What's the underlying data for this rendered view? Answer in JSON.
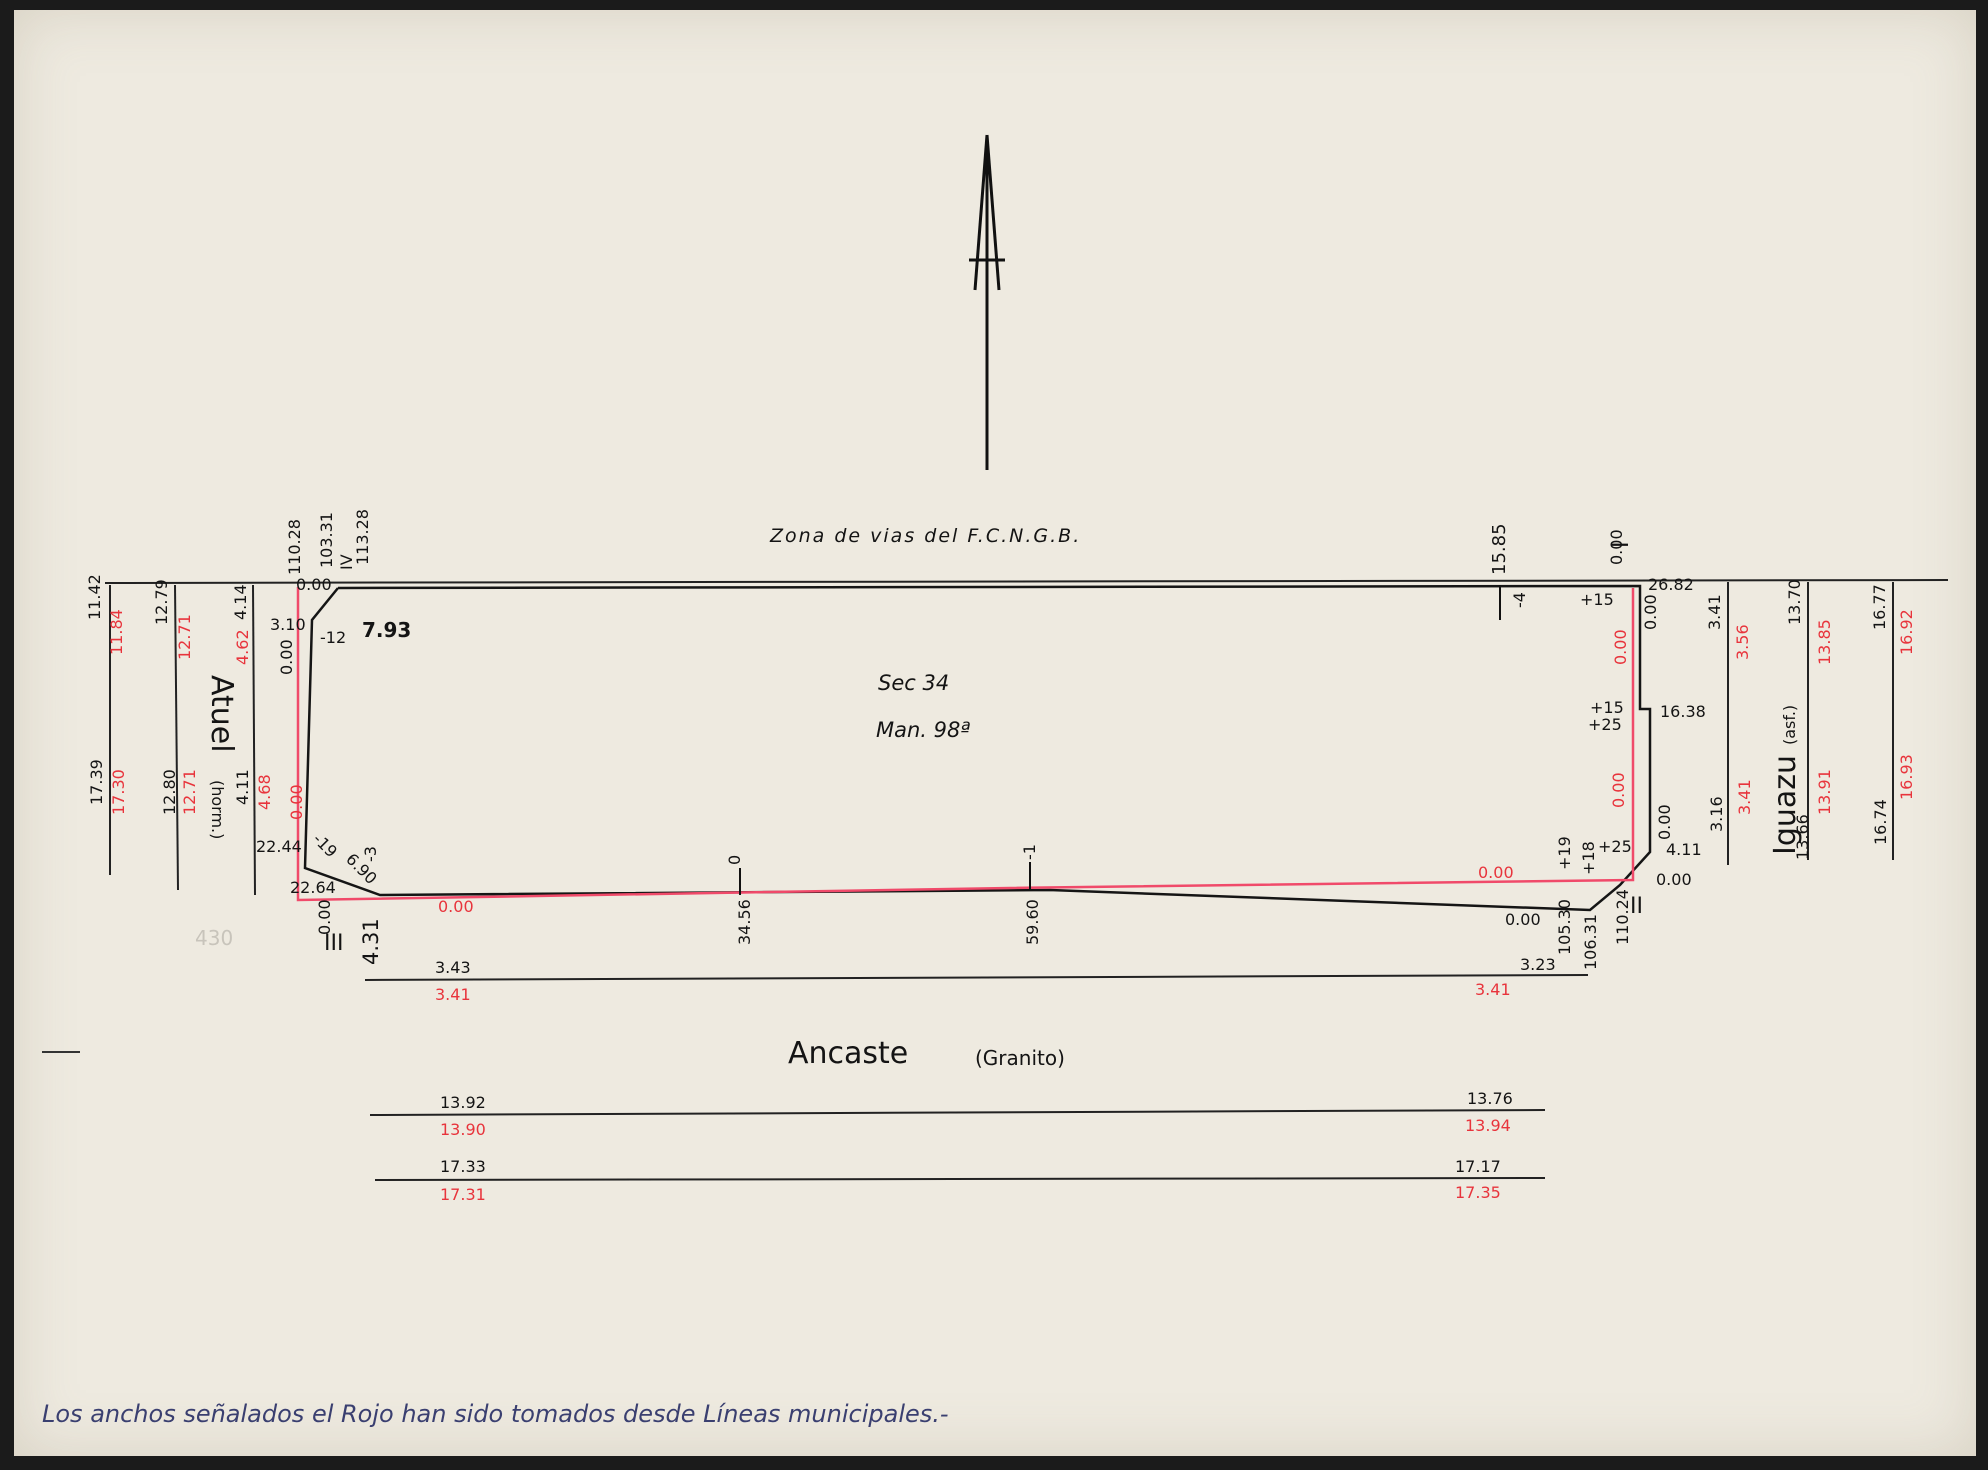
{
  "zone_label": "Zona de vias del F.C.N.G.B.",
  "section_label": "Sec 34",
  "block_label": "Man. 98ª",
  "streets": {
    "top_left": {
      "name": "Atuel",
      "paving": "(horm.)"
    },
    "right": {
      "name": "Iguazu",
      "paving": "(asf.)"
    },
    "bottom": {
      "name": "Ancaste",
      "paving": "(Granito)"
    }
  },
  "corners": {
    "II": "II",
    "III": "III",
    "IV": "IV",
    "I": "I"
  },
  "left_measures": {
    "a1": "11.42",
    "a1r": "11.84",
    "a2": "17.39",
    "a2r": "17.30",
    "b1": "12.79",
    "b1r": "12.71",
    "b2": "12.80",
    "b2r": "12.71",
    "c1": "4.14",
    "c1r": "4.62",
    "c2": "4.11",
    "c2r": "4.68"
  },
  "right_measures": {
    "a1": "3.41",
    "a1r": "3.56",
    "a2": "3.16",
    "a2r": "3.41",
    "b1": "13.70",
    "b1r": "13.85",
    "b2": "13.66",
    "b2r": "13.91",
    "c1": "16.77",
    "c1r": "16.92",
    "c2": "16.74",
    "c2r": "16.93"
  },
  "perimeter": {
    "nw_top": "110.28",
    "nw_mid": "103.31",
    "nw_right": "113.28",
    "nw_chamfer": "7.93",
    "nw_a": "3.10",
    "nw_b": "0.00",
    "nw_c": "0.00",
    "nw_d": "-12",
    "sw_a": "22.44",
    "sw_b": "22.64",
    "sw_c": "0.00",
    "sw_d": "6.90",
    "sw_e": "4.31",
    "sw_f": "-19",
    "sw_g": "-3",
    "bot_mid1": "34.56",
    "bot_mid1v": "0",
    "bot_mid2": "59.60",
    "bot_mid2v": "-1",
    "top_r1": "15.85",
    "top_r1v": "-4",
    "ne_0": "0.00",
    "ne_1": "26.82",
    "ne_2": "+15",
    "ne_3": "0.00",
    "ne_4": "+15",
    "ne_5": "+25",
    "ne_6": "16.38",
    "ne_7": "0.00",
    "ne_8": "+25",
    "ne_9": "4.11",
    "ne_10": "0.00",
    "se_1": "+19",
    "se_2": "+18",
    "se_3": "0.00",
    "se_4": "105.30",
    "se_5": "106.31",
    "se_6": "110.24",
    "se_7": "0.00",
    "red_marks": "0.00"
  },
  "bottom_measures": {
    "l1": "3.43",
    "l1r": "3.41",
    "r1": "3.23",
    "r1r": "3.41",
    "l2": "13.92",
    "l2r": "13.90",
    "r2": "13.76",
    "r2r": "13.94",
    "l3": "17.33",
    "l3r": "17.31",
    "r3": "17.17",
    "r3r": "17.35"
  },
  "faded_mark": "430",
  "footnote": "Los anchos señalados el Rojo han sido tomados desde Líneas municipales.-"
}
